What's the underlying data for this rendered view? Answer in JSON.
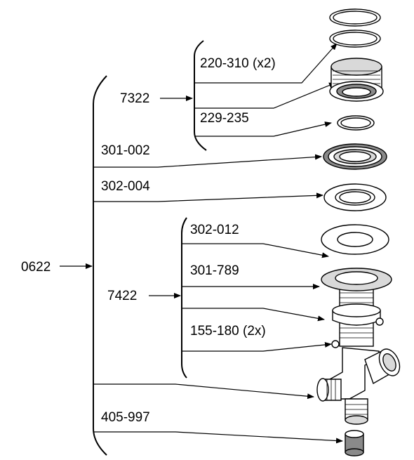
{
  "labels": {
    "l_0622": "0622",
    "l_7322": "7322",
    "l_7422": "7422",
    "l_220_310": "220-310 (x2)",
    "l_229_235": "229-235",
    "l_301_002": "301-002",
    "l_302_004": "302-004",
    "l_302_012": "302-012",
    "l_301_789": "301-789",
    "l_155_180": "155-180 (2x)",
    "l_405_997": "405-997"
  }
}
